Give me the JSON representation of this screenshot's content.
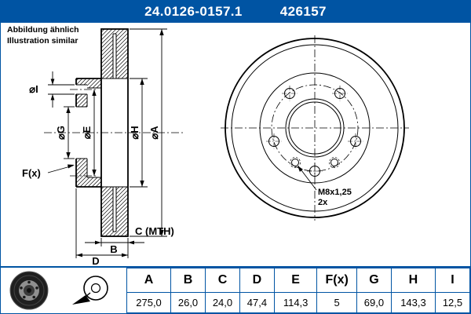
{
  "colors": {
    "accent": "#0054a3"
  },
  "header": {
    "part_number": "24.0126-0157.1",
    "ref_number": "426157"
  },
  "note": {
    "line1": "Abbildung ähnlich",
    "line2": "Illustration similar"
  },
  "drawing": {
    "section_labels": {
      "dia_i": "⌀I",
      "dia_g": "⌀G",
      "dia_e": "⌀E",
      "dia_h": "⌀H",
      "dia_a": "⌀A",
      "f_label": "F(x)",
      "b_label": "B",
      "c_label": "C (MTH)",
      "d_label": "D"
    },
    "front_labels": {
      "thread_spec": "M8x1,25",
      "thread_qty": "2x"
    }
  },
  "spec_table": {
    "headers": [
      "A",
      "B",
      "C",
      "D",
      "E",
      "F(x)",
      "G",
      "H",
      "I"
    ],
    "values": [
      "275,0",
      "26,0",
      "24,0",
      "47,4",
      "114,3",
      "5",
      "69,0",
      "143,3",
      "12,5"
    ]
  },
  "icons": {
    "left": "brake-disc-photo",
    "right": "disc-measurement"
  }
}
